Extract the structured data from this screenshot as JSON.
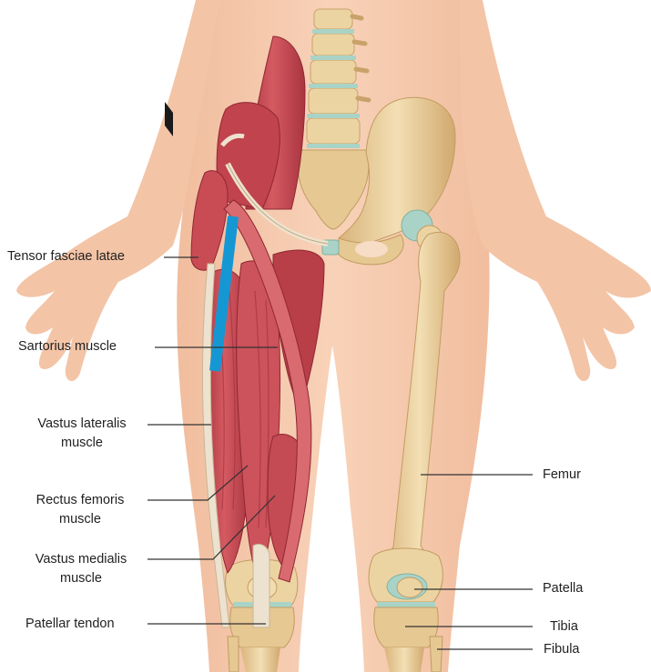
{
  "labels": {
    "tensor_fasciae_latae": "Tensor fasciae latae",
    "sartorius": "Sartorius muscle",
    "vastus_lateralis_1": "Vastus lateralis",
    "vastus_lateralis_2": "muscle",
    "rectus_femoris_1": "Rectus femoris",
    "rectus_femoris_2": "muscle",
    "vastus_medialis_1": "Vastus medialis",
    "vastus_medialis_2": "muscle",
    "patellar_tendon": "Patellar tendon",
    "femur": "Femur",
    "patella": "Patella",
    "tibia": "Tibia",
    "fibula": "Fibula"
  },
  "colors": {
    "skin": "#f5c8ac",
    "skin_shadow": "#e9b190",
    "muscle": "#c5454e",
    "muscle_dark": "#a02f3a",
    "muscle_light": "#dc6f74",
    "bone": "#ecd4a2",
    "bone_dark": "#caa46a",
    "cartilage": "#a9d3c6",
    "tendon": "#ede2cf",
    "marker_blue": "#1597d4",
    "leader": "#333333"
  }
}
